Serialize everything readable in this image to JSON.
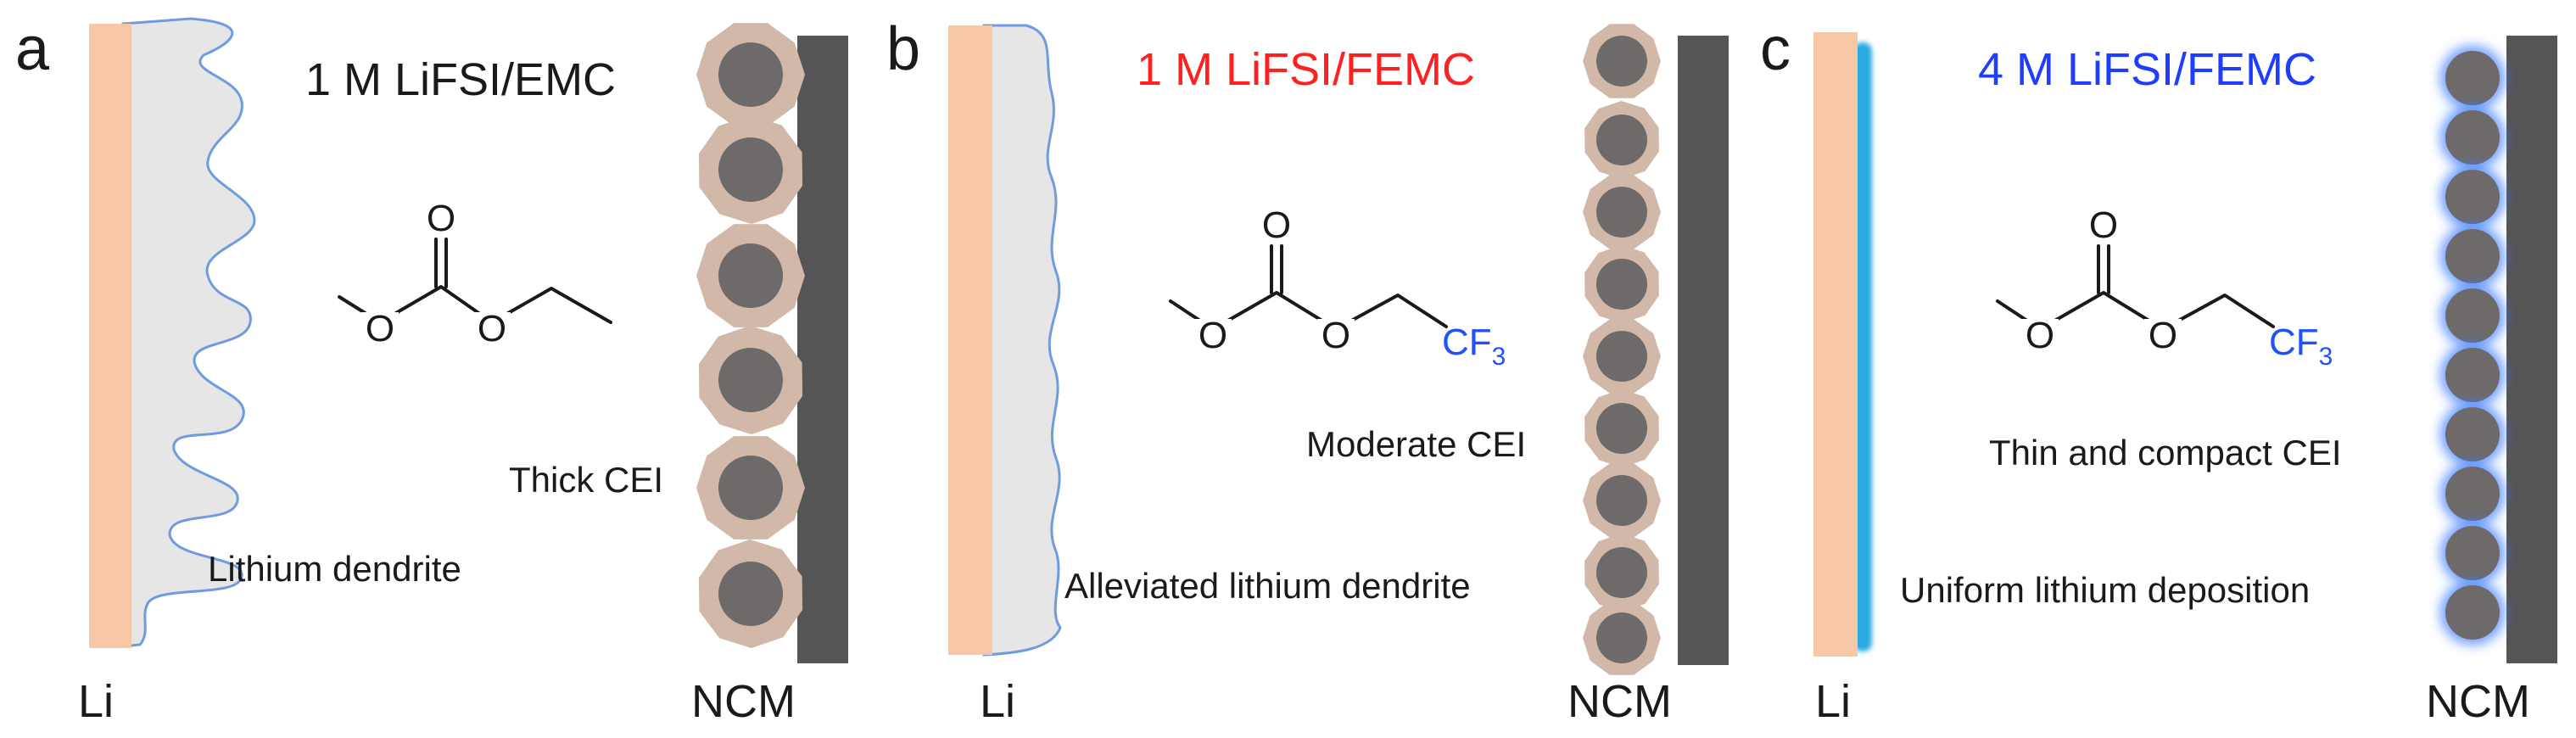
{
  "colors": {
    "lithium": "#f6c8a6",
    "dendrite_fill": "#e6e6e6",
    "dendrite_stroke": "#6f9bdf",
    "cathode_collector": "#555555",
    "particle_core": "#6e6a69",
    "cei_shell": "#d2b8a8",
    "uniform_layer": "#29abe2",
    "compact_cei_glow": "#3a7bff",
    "title_black": "#1a1a1a",
    "title_red": "#ff2020",
    "title_blue": "#1f3dff",
    "cf3_blue": "#2050ff"
  },
  "panels": [
    {
      "letter": "a",
      "title": "1 M LiFSI/EMC",
      "title_color": "#1a1a1a",
      "cei_label": "Thick CEI",
      "li_label": "Lithium dendrite",
      "anode_label": "Li",
      "cathode_label": "NCM",
      "molecule": "EMC",
      "molecule_atoms": [
        "O",
        "O",
        "O"
      ]
    },
    {
      "letter": "b",
      "title": "1 M LiFSI/FEMC",
      "title_color": "#ff2020",
      "cei_label": "Moderate CEI",
      "li_label": "Alleviated lithium dendrite",
      "anode_label": "Li",
      "cathode_label": "NCM",
      "molecule": "FEMC",
      "molecule_atoms": [
        "O",
        "O",
        "O"
      ],
      "cf3": {
        "main": "CF",
        "sub": "3"
      }
    },
    {
      "letter": "c",
      "title": "4 M LiFSI/FEMC",
      "title_color": "#1f3dff",
      "cei_label": "Thin and compact CEI",
      "li_label": "Uniform lithium deposition",
      "anode_label": "Li",
      "cathode_label": "NCM",
      "molecule": "FEMC",
      "molecule_atoms": [
        "O",
        "O",
        "O"
      ],
      "cf3": {
        "main": "CF",
        "sub": "3"
      }
    }
  ]
}
